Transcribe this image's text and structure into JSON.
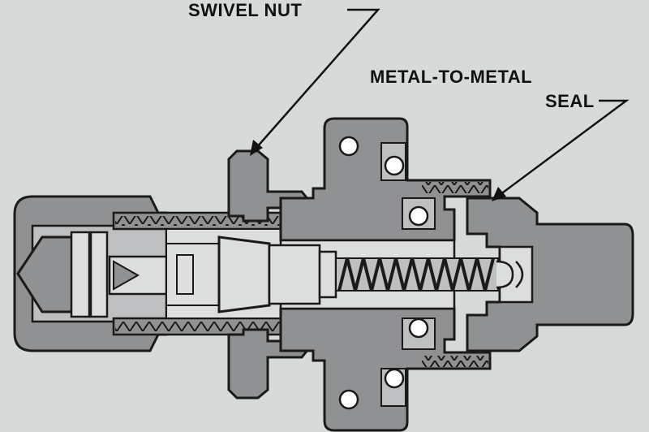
{
  "labels": {
    "swivel_nut": "SWIVEL NUT",
    "seal_line1": "METAL-TO-METAL",
    "seal_line2": "SEAL"
  },
  "colors": {
    "background": "#d6dbd9",
    "metal": "#8f9192",
    "metal_light": "#bdbfc0",
    "metal_pale": "#dcdedd",
    "outline": "#1a1a1a"
  }
}
